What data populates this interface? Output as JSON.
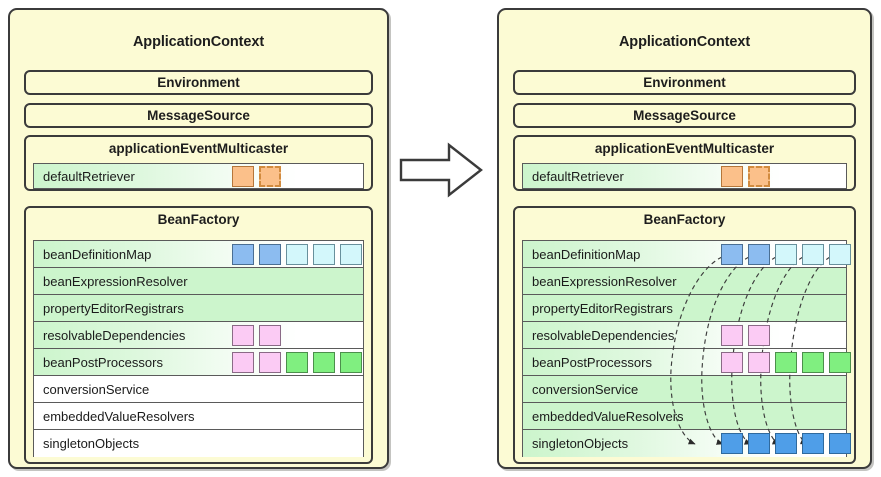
{
  "diagram": {
    "title_hidden": "Spring ApplicationContext bean instantiation before and after refresh",
    "transition_arrow": "right-arrow"
  },
  "colors": {
    "panel_background": "#fcfbd4",
    "panel_border": "#3b3b3b",
    "row_green": "#ccf5cc",
    "row_white": "#ffffff",
    "chip_blue_light": "#8cbcf0",
    "chip_cyan": "#d3f7fb",
    "chip_blue_solid": "#4f9ee8",
    "chip_pink": "#fbcbf4",
    "chip_green": "#80ef80",
    "chip_orange": "#fbc08a",
    "connector_dashed": "#3b3b3b"
  },
  "panels": [
    {
      "id": "before",
      "title": "ApplicationContext",
      "boxes": {
        "environment": "Environment",
        "message_source": "MessageSource"
      },
      "application_event_multicaster": {
        "title": "applicationEventMulticaster",
        "rows": [
          {
            "label": "defaultRetriever",
            "fill": "grad",
            "chips": [
              "orange",
              "orange-dashed"
            ]
          }
        ]
      },
      "bean_factory": {
        "title": "BeanFactory",
        "rows": [
          {
            "label": "beanDefinitionMap",
            "fill": "grad",
            "chips": [
              "blue",
              "blue",
              "cyan",
              "cyan",
              "cyan"
            ]
          },
          {
            "label": "beanExpressionResolver",
            "fill": "green",
            "chips": []
          },
          {
            "label": "propertyEditorRegistrars",
            "fill": "green",
            "chips": []
          },
          {
            "label": "resolvableDependencies",
            "fill": "grad",
            "chips": [
              "pink",
              "pink"
            ]
          },
          {
            "label": "beanPostProcessors",
            "fill": "grad",
            "chips": [
              "pink",
              "pink",
              "green",
              "green",
              "green"
            ]
          },
          {
            "label": "conversionService",
            "fill": "white",
            "chips": []
          },
          {
            "label": "embeddedValueResolvers",
            "fill": "white",
            "chips": []
          },
          {
            "label": "singletonObjects",
            "fill": "white",
            "chips": []
          }
        ]
      }
    },
    {
      "id": "after",
      "title": "ApplicationContext",
      "boxes": {
        "environment": "Environment",
        "message_source": "MessageSource"
      },
      "application_event_multicaster": {
        "title": "applicationEventMulticaster",
        "rows": [
          {
            "label": "defaultRetriever",
            "fill": "grad",
            "chips": [
              "orange",
              "orange-dashed"
            ]
          }
        ]
      },
      "bean_factory": {
        "title": "BeanFactory",
        "rows": [
          {
            "label": "beanDefinitionMap",
            "fill": "grad",
            "chips": [
              "blue",
              "blue",
              "cyan",
              "cyan",
              "cyan"
            ]
          },
          {
            "label": "beanExpressionResolver",
            "fill": "green",
            "chips": []
          },
          {
            "label": "propertyEditorRegistrars",
            "fill": "green",
            "chips": []
          },
          {
            "label": "resolvableDependencies",
            "fill": "grad",
            "chips": [
              "pink",
              "pink"
            ]
          },
          {
            "label": "beanPostProcessors",
            "fill": "grad",
            "chips": [
              "pink",
              "pink",
              "green",
              "green",
              "green"
            ]
          },
          {
            "label": "conversionService",
            "fill": "green",
            "chips": []
          },
          {
            "label": "embeddedValueResolvers",
            "fill": "green",
            "chips": []
          },
          {
            "label": "singletonObjects",
            "fill": "grad",
            "chips": [
              "blue2",
              "blue2",
              "blue2",
              "blue2",
              "blue2"
            ]
          }
        ]
      },
      "connectors": {
        "count": 5,
        "style": "dashed-curve-with-arrowhead",
        "from": "beanDefinitionMap",
        "to": "singletonObjects"
      }
    }
  ]
}
